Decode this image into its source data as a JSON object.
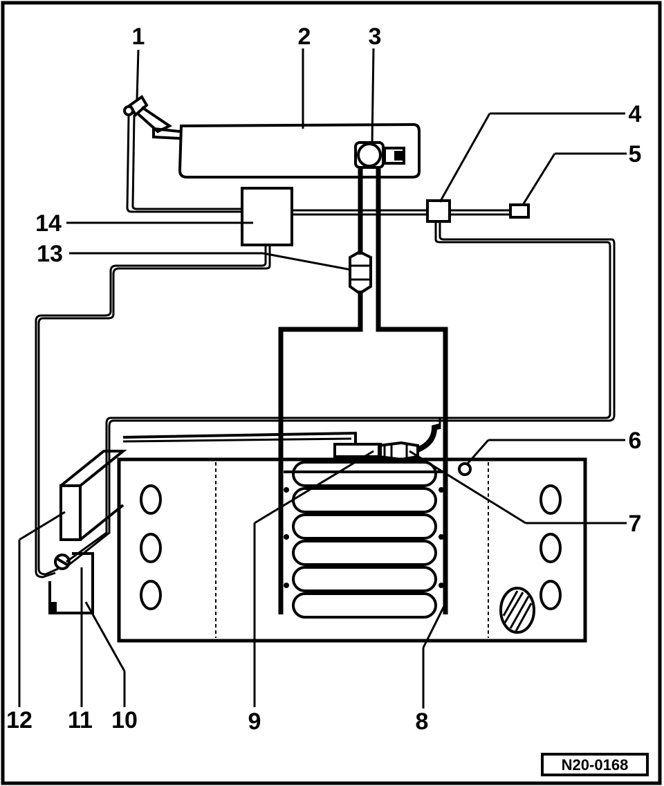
{
  "callouts": {
    "c1": "1",
    "c2": "2",
    "c3": "3",
    "c4": "4",
    "c5": "5",
    "c6": "6",
    "c7": "7",
    "c8": "8",
    "c9": "9",
    "c10": "10",
    "c11": "11",
    "c12": "12",
    "c13": "13",
    "c14": "14"
  },
  "figure_code": "N20-0168"
}
